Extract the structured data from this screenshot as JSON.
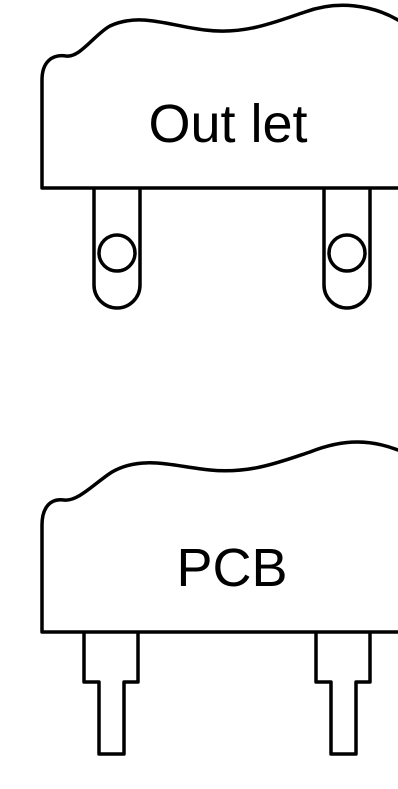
{
  "components": [
    {
      "label": "Out let",
      "pin_style": "looped-pin"
    },
    {
      "label": "PCB",
      "pin_style": "straight-pin"
    }
  ],
  "colors": {
    "line": "#000000",
    "background": "#ffffff"
  }
}
